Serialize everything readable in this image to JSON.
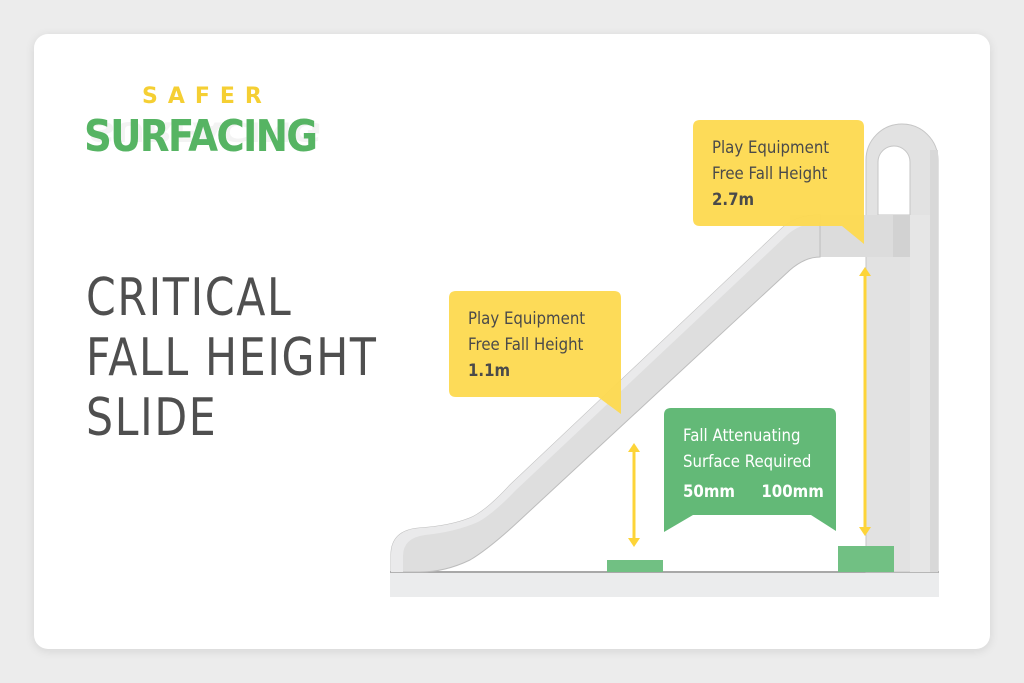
{
  "logo": {
    "line1": "SAFER",
    "line2": "SURFACING"
  },
  "title": {
    "lines": [
      "CRITICAL",
      "FALL HEIGHT",
      "SLIDE"
    ]
  },
  "callouts": {
    "high": {
      "line1": "Play Equipment",
      "line2": "Free Fall Height",
      "value": "2.7m"
    },
    "low": {
      "line1": "Play Equipment",
      "line2": "Free Fall Height",
      "value": "1.1m"
    },
    "surface": {
      "line1": "Fall Attenuating",
      "line2": "Surface Required",
      "value_low": "50mm",
      "value_high": "100mm"
    }
  },
  "colors": {
    "background": "#ececec",
    "card": "#ffffff",
    "yellow": "#fdd94f",
    "green": "#63b977",
    "green_pad": "#71c083",
    "slide": "#dedede",
    "slide_light": "#e9e9ea",
    "ground": "#ebeced",
    "title_text": "#4f4f4f",
    "logo_yellow": "#f5cf33",
    "logo_green": "#56b463"
  }
}
